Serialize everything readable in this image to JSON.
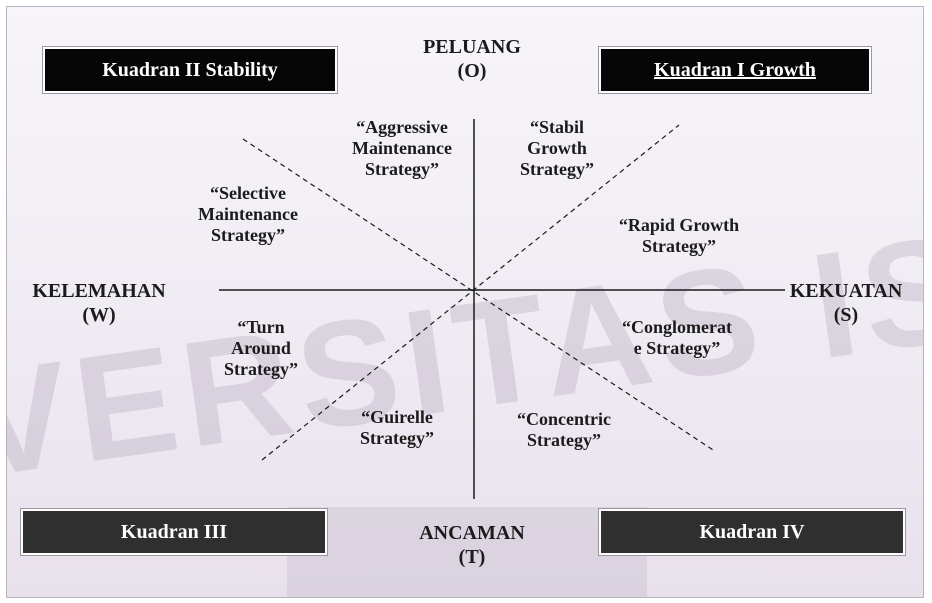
{
  "quadrants": {
    "q2": "Kuadran II Stability",
    "q1": "Kuadran I Growth",
    "q3": "Kuadran III",
    "q4": "Kuadran IV"
  },
  "axes": {
    "top": [
      "PELUANG",
      "(O)"
    ],
    "bottom": [
      "ANCAMAN",
      "(T)"
    ],
    "left": [
      "KELEMAHAN",
      "(W)"
    ],
    "right": [
      "KEKUATAN",
      "(S)"
    ]
  },
  "strategies": {
    "aggressive_maintenance": [
      "“Aggressive",
      "Maintenance",
      "Strategy”"
    ],
    "stabil_growth": [
      "“Stabil",
      "Growth",
      "Strategy”"
    ],
    "selective_maintenance": [
      "“Selective",
      "Maintenance",
      "Strategy”"
    ],
    "rapid_growth": [
      "“Rapid Growth",
      "Strategy”"
    ],
    "turn_around": [
      "“Turn",
      "Around",
      "Strategy”"
    ],
    "conglomerate": [
      "“Conglomerat",
      "e Strategy”"
    ],
    "guirelle": [
      "“Guirelle",
      "Strategy”"
    ],
    "concentric": [
      "“Concentric",
      "Strategy”"
    ]
  },
  "watermark": "VERSITAS IS",
  "colors": {
    "background": "#f3f0f5",
    "box_black": "#060606",
    "box_dark": "#2f2f2f",
    "text": "#1b1b1b"
  }
}
